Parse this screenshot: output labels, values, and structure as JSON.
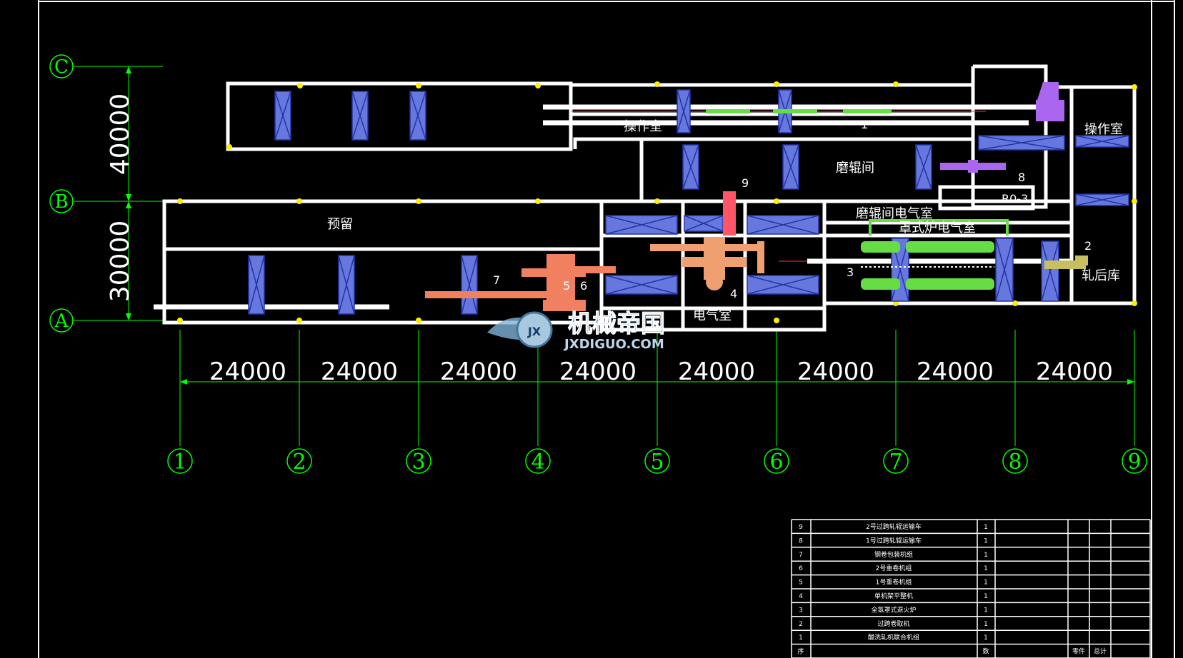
{
  "grid": {
    "rows": [
      "C",
      "B",
      "A"
    ],
    "cols": [
      "1",
      "2",
      "3",
      "4",
      "5",
      "6",
      "7",
      "8",
      "9"
    ]
  },
  "dimensions": {
    "vertical": [
      "40000",
      "30000"
    ],
    "horizontal": [
      "24000",
      "24000",
      "24000",
      "24000",
      "24000",
      "24000",
      "24000",
      "24000"
    ]
  },
  "rooms": {
    "reserve": "预留",
    "operator_room_1": "操作室",
    "operator_room_2": "操作室",
    "grinding_room": "磨辊间",
    "grinding_elec_room": "磨辊间电气室",
    "bell_furnace_elec_room": "罩式炉电气室",
    "rolled_storage": "轧后库",
    "elec_room": "电气室",
    "ro3": "R0-3"
  },
  "item_labels": [
    "1",
    "2",
    "3",
    "4",
    "5",
    "6",
    "7",
    "8",
    "9"
  ],
  "watermark": {
    "cn": "机械帝国",
    "en": "JXDIGUO.COM",
    "badge": "JX"
  },
  "parts_table": {
    "rows": [
      {
        "no": "9",
        "name": "2号过跨轧辊运输车",
        "qty": "1"
      },
      {
        "no": "8",
        "name": "1号过跨轧辊运输车",
        "qty": "1"
      },
      {
        "no": "7",
        "name": "钢卷包装机组",
        "qty": "1"
      },
      {
        "no": "6",
        "name": "2号重卷机组",
        "qty": "1"
      },
      {
        "no": "5",
        "name": "1号重卷机组",
        "qty": "1"
      },
      {
        "no": "4",
        "name": "单机架平整机",
        "qty": "1"
      },
      {
        "no": "3",
        "name": "全氢罩式退火炉",
        "qty": "1"
      },
      {
        "no": "2",
        "name": "过跨卷取机",
        "qty": "1"
      },
      {
        "no": "1",
        "name": "酸洗轧机联合机组",
        "qty": "1"
      }
    ],
    "header": {
      "no": "序",
      "qty": "数",
      "part": "零件",
      "total": "总计"
    }
  },
  "colors": {
    "axis": "#00ff00",
    "wall": "#ffffff",
    "crane": "#6677dd",
    "orange": "#f0a070",
    "salmon": "#f08060",
    "green": "#66dd44",
    "purple": "#aa66ee",
    "pink": "#ff5566",
    "olive": "#c8c060",
    "column": "#ffee00"
  }
}
